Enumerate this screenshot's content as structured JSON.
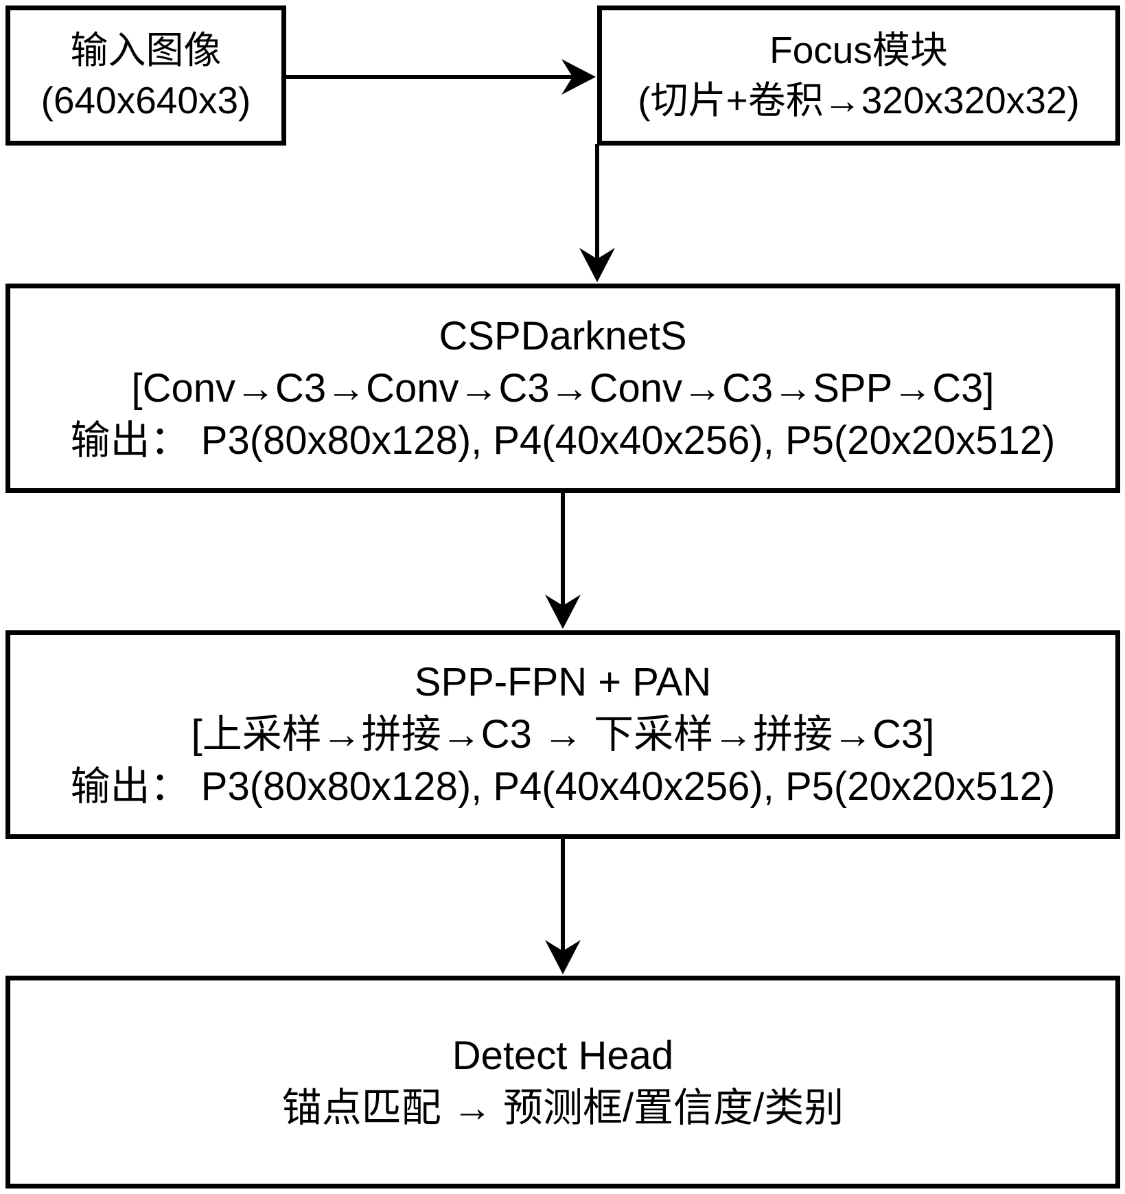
{
  "diagram": {
    "boxes": {
      "input": {
        "lines": [
          "输入图像",
          "(640x640x3)"
        ]
      },
      "focus": {
        "lines": [
          "Focus模块",
          "(切片+卷积→320x320x32)"
        ]
      },
      "backbone": {
        "lines": [
          "CSPDarknetS",
          "[Conv→C3→Conv→C3→Conv→C3→SPP→C3]",
          "输出： P3(80x80x128), P4(40x40x256), P5(20x20x512)"
        ]
      },
      "neck": {
        "lines": [
          "SPP-FPN + PAN",
          "[上采样→拼接→C3 → 下采样→拼接→C3]",
          "输出： P3(80x80x128), P4(40x40x256), P5(20x20x512)"
        ]
      },
      "head": {
        "lines": [
          "Detect Head",
          "锚点匹配 → 预测框/置信度/类别"
        ]
      }
    },
    "colors": {
      "stroke": "#000000",
      "background": "#ffffff"
    }
  }
}
